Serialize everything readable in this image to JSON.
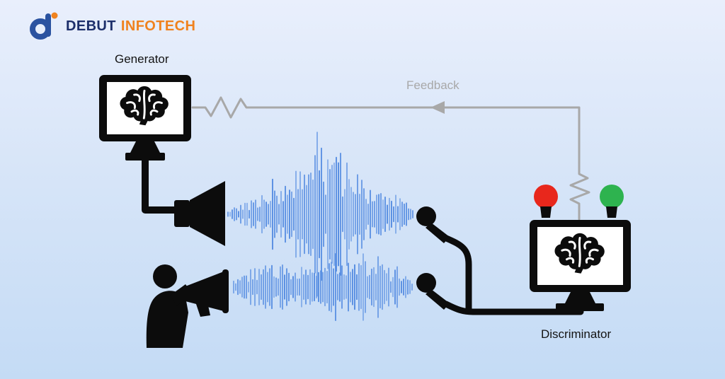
{
  "logo": {
    "brand": "DEBUT",
    "brand_suffix": "INFOTECH"
  },
  "labels": {
    "generator": "Generator",
    "feedback": "Feedback",
    "discriminator": "Discriminator"
  },
  "icons": {
    "logo_mark": "debut-infotech-logo-mark",
    "generator": "monitor-with-brain-icon",
    "discriminator": "monitor-with-brain-icon",
    "generated_audio_source": "loudspeaker-icon",
    "real_audio_source": "person-with-megaphone-icon",
    "mic_generated": "microphone-icon",
    "mic_real": "microphone-icon",
    "reject_indicator": "red-bulb-icon",
    "accept_indicator": "green-bulb-icon",
    "feedback_direction": "left-arrow-icon"
  },
  "colors": {
    "background_top": "#e9effc",
    "background_bottom": "#c4dbf5",
    "ink": "#0c0c0c",
    "logo_blue": "#2a52a0",
    "logo_navy": "#1c2f6b",
    "logo_orange": "#f0821e",
    "waveform_blue": "#4c86e0",
    "feedback_gray": "#a8a8a8",
    "bulb_red": "#e8271c",
    "bulb_green": "#2eb34f"
  }
}
